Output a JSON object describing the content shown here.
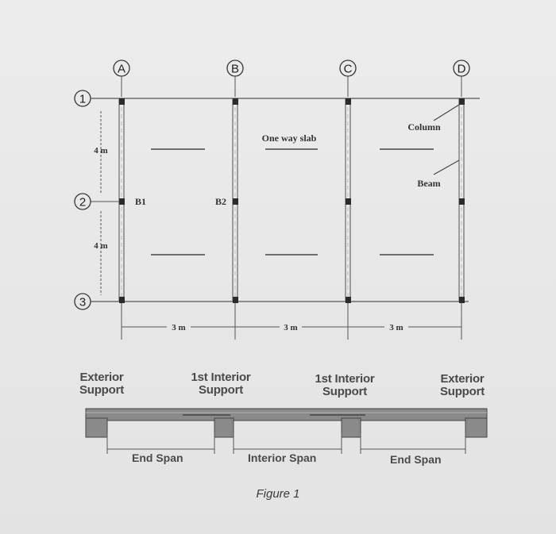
{
  "plan": {
    "column_lines": [
      "A",
      "B",
      "C",
      "D"
    ],
    "row_lines": [
      "1",
      "2",
      "3"
    ],
    "row_dimensions": [
      "4 m",
      "4 m"
    ],
    "column_dimensions": [
      "3 m",
      "3 m",
      "3 m"
    ],
    "beam_labels": {
      "b1": "B1",
      "b2": "B2"
    },
    "slab_label": "One way slab",
    "column_callout": "Column",
    "beam_callout": "Beam"
  },
  "section": {
    "supports": [
      {
        "line1": "Exterior",
        "line2": "Support"
      },
      {
        "line1": "1st Interior",
        "line2": "Support"
      },
      {
        "line1": "1st Interior",
        "line2": "Support"
      },
      {
        "line1": "Exterior",
        "line2": "Support"
      }
    ],
    "spans": [
      "End Span",
      "Interior Span",
      "End Span"
    ]
  },
  "caption": "Figure 1"
}
